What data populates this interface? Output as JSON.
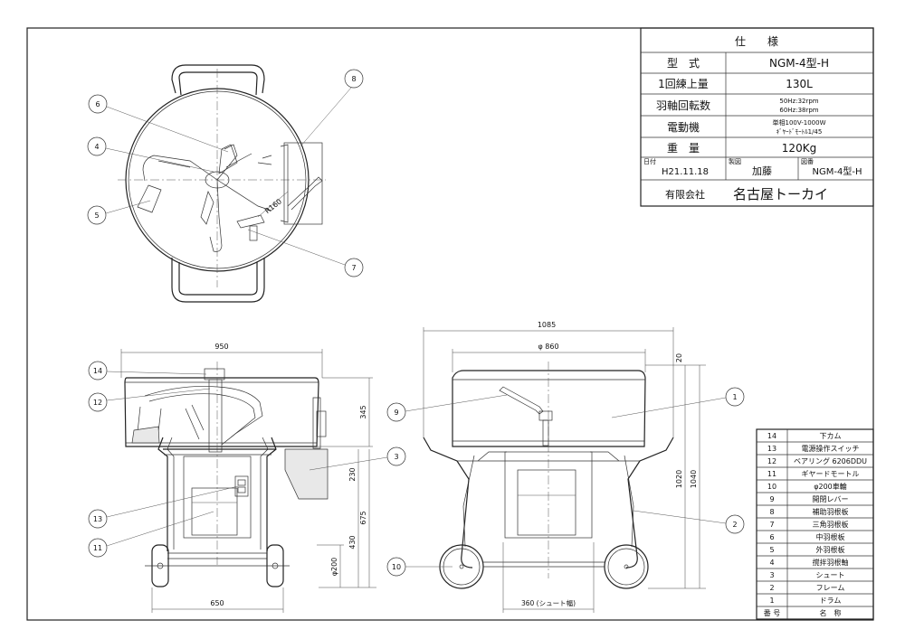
{
  "spec_table": {
    "title": "仕　　様",
    "rows": [
      {
        "label": "型　式",
        "value": "NGM-4型-H"
      },
      {
        "label": "1回練上量",
        "value": "130L"
      },
      {
        "label": "羽軸回転数",
        "value_lines": [
          "50Hz:32rpm",
          "60Hz:38rpm"
        ]
      },
      {
        "label": "電動機",
        "value_lines": [
          "単相100V-1000W",
          "ｷﾞﾔｰﾄﾞﾓｰﾄﾙ1/45"
        ]
      },
      {
        "label": "重　量",
        "value": "120Kg"
      }
    ],
    "date_label": "日付",
    "date_value": "H21.11.18",
    "maker_label": "製図",
    "maker_value": "加藤",
    "drawing_label": "図番",
    "drawing_value": "NGM-4型-H",
    "company_prefix": "有限会社",
    "company_name": "名古屋トーカイ"
  },
  "parts_list": {
    "header_no": "番 号",
    "header_name": "名　称",
    "items": [
      {
        "no": "14",
        "name": "下カム"
      },
      {
        "no": "13",
        "name": "電源操作スイッチ"
      },
      {
        "no": "12",
        "name": "ベアリング 6206DDU"
      },
      {
        "no": "11",
        "name": "ギヤードモートル"
      },
      {
        "no": "10",
        "name": "φ200車輪"
      },
      {
        "no": "9",
        "name": "開閉レバー"
      },
      {
        "no": "8",
        "name": "補助羽根板"
      },
      {
        "no": "7",
        "name": "三角羽根板"
      },
      {
        "no": "6",
        "name": "中羽根板"
      },
      {
        "no": "5",
        "name": "外羽根板"
      },
      {
        "no": "4",
        "name": "撹拌羽根軸"
      },
      {
        "no": "3",
        "name": "シュート"
      },
      {
        "no": "2",
        "name": "フレーム"
      },
      {
        "no": "1",
        "name": "ドラム"
      }
    ]
  },
  "dimensions": {
    "top_radius": "R160",
    "front_width": "950",
    "front_base": "650",
    "front_h_345": "345",
    "front_h_230": "230",
    "front_h_675": "675",
    "front_h_430": "430",
    "wheel_dia": "φ200",
    "side_width": "1085",
    "drum_dia": "φ 860",
    "side_h_20": "20",
    "side_h_1020": "1020",
    "side_h_1040": "1040",
    "chute_width": "360 (シュート幅)"
  },
  "balloons": {
    "top": [
      "8",
      "6",
      "4",
      "5",
      "7"
    ],
    "front": [
      "14",
      "12",
      "13",
      "11",
      "10",
      "3"
    ],
    "side": [
      "9",
      "1",
      "2"
    ]
  }
}
